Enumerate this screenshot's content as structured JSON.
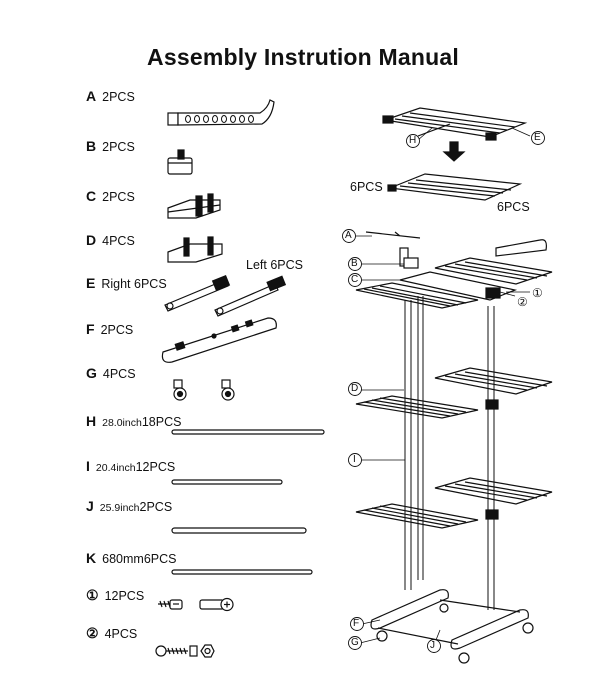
{
  "title": "Assembly Instrution Manual",
  "parts": [
    {
      "letter": "A",
      "qty": "2PCS"
    },
    {
      "letter": "B",
      "qty": "2PCS"
    },
    {
      "letter": "C",
      "qty": "2PCS"
    },
    {
      "letter": "D",
      "qty": "4PCS"
    },
    {
      "letter": "E",
      "qty": "Right  6PCS",
      "extra": "Left  6PCS"
    },
    {
      "letter": "F",
      "qty": "2PCS"
    },
    {
      "letter": "G",
      "qty": "4PCS"
    },
    {
      "letter": "H",
      "size": "28.0inch",
      "qty": "18PCS"
    },
    {
      "letter": "I",
      "size": "20.4inch",
      "qty": "12PCS"
    },
    {
      "letter": "J",
      "size": "25.9inch",
      "qty": "2PCS"
    },
    {
      "letter": "K",
      "size": "680mm",
      "qty": "6PCS"
    },
    {
      "letter": "①",
      "qty": "12PCS"
    },
    {
      "letter": "②",
      "qty": "4PCS"
    }
  ],
  "diagram": {
    "qty_left": "6PCS",
    "qty_right": "6PCS",
    "callouts": [
      "H",
      "E",
      "A",
      "B",
      "C",
      "D",
      "I",
      "F",
      "G",
      "J",
      "①",
      "②"
    ]
  }
}
